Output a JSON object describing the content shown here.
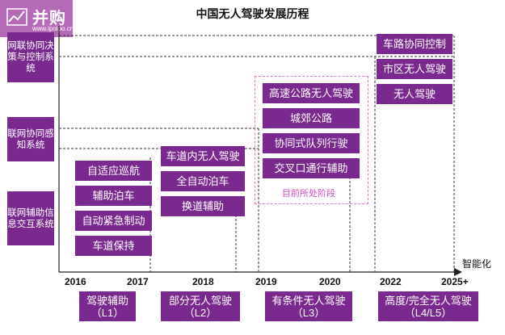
{
  "logo": {
    "brand": "并购家",
    "url": "www.ipoipo.cn"
  },
  "title": "中国无人驾驶发展历程",
  "left_labels": [
    "网联协同决策与控制系统",
    "联网协同感知系统",
    "联网辅助信息交互系统"
  ],
  "l1_items": [
    "自适应巡航",
    "辅助泊车",
    "自动紧急制动",
    "车道保持"
  ],
  "l2_items": [
    "车道内无人驾驶",
    "全自动泊车",
    "换道辅助"
  ],
  "l3_items": [
    "高速公路无人驾驶",
    "城郊公路",
    "协同式队列行驶",
    "交叉口通行辅助"
  ],
  "l3_frame_label": "目前所处阶段",
  "l4_items": [
    "车路协同控制",
    "市区无人驾驶",
    "无人驾驶"
  ],
  "axis_label": "智能化",
  "years": [
    "2016",
    "2017",
    "2018",
    "2019",
    "2020",
    "2022",
    "2025+"
  ],
  "levels": [
    {
      "name": "驾驶辅助",
      "code": "（L1）"
    },
    {
      "name": "部分无人驾驶",
      "code": "（L2）"
    },
    {
      "name": "有条件无人驾驶",
      "code": "（L3）"
    },
    {
      "name": "高度/完全无人驾驶",
      "code": "（L4/L5）"
    }
  ],
  "colors": {
    "box": "#7a2a8f",
    "frame": "#e07bd1",
    "frame_label": "#d54ac1"
  }
}
